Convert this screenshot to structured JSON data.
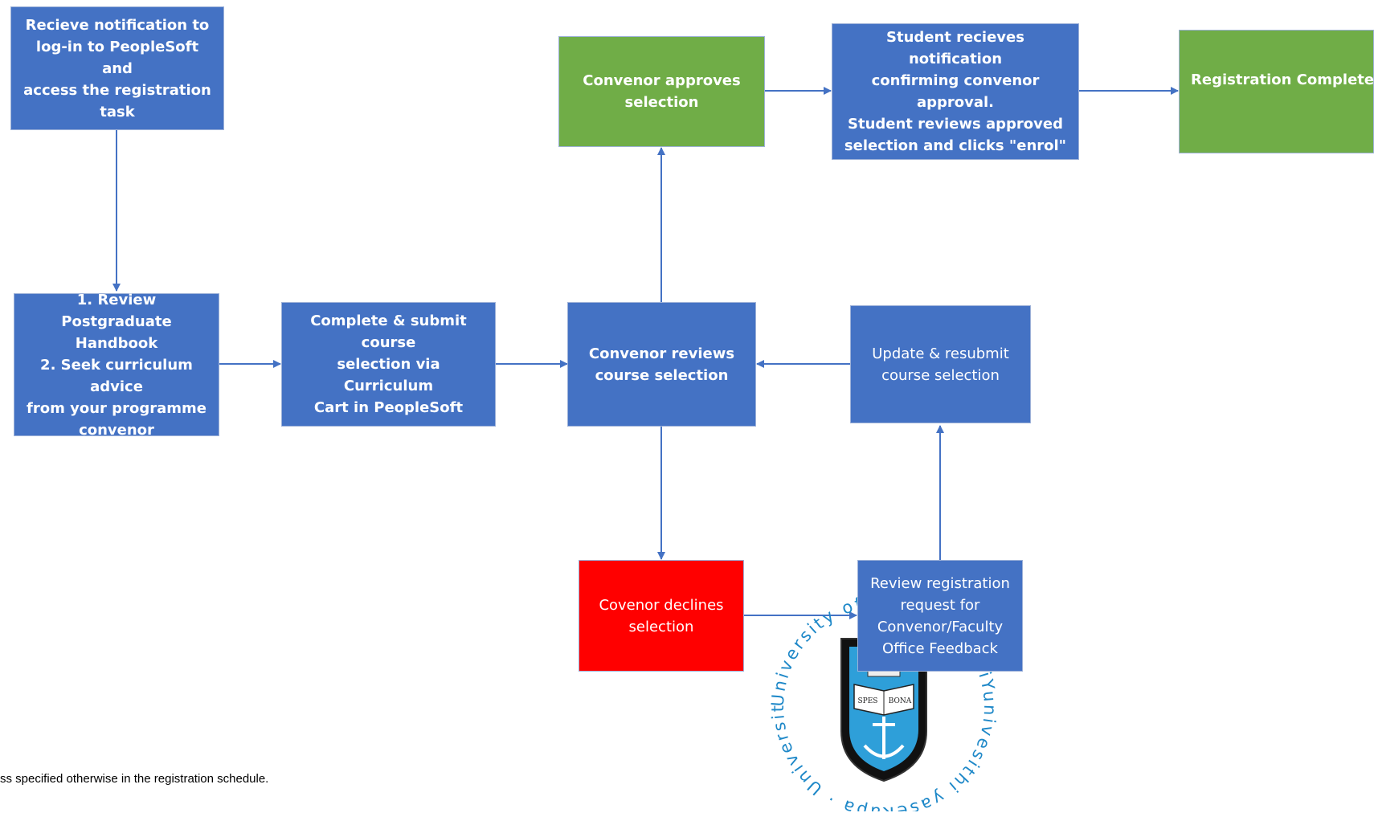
{
  "boxes": {
    "start": "Recieve notification to\nlog-in to PeopleSoft and\naccess the registration\ntask",
    "review": "1. Review Postgraduate\nHandbook\n2. Seek curriculum advice\nfrom your programme\nconvenor",
    "complete": "Complete & submit course\nselection via Curriculum\nCart in PeopleSoft",
    "convenor_reviews": "Convenor reviews\ncourse selection",
    "convenor_approves": "Convenor approves\nselection",
    "student_receives": "Student recieves notification\nconfirming convenor approval.\nStudent reviews approved\nselection and clicks \"enrol\"",
    "registration_completed": "Registration Completed",
    "update_resubmit": "Update & resubmit\ncourse selection",
    "covenor_declines": "Covenor declines\nselection",
    "review_request": "Review registration\nrequest for\nConvenor/Faculty\nOffice Feedback"
  },
  "footnote": "ss specified otherwise in the registration schedule.",
  "seal": {
    "ring_text": "University of Cape Town · iYunivesithi yaseKapa · Universiteit van Kaapstad · ",
    "motto_left": "SPES",
    "motto_right": "BONA"
  },
  "colors": {
    "blue": "#4472c4",
    "green": "#70ad47",
    "red": "#ff0000",
    "arrow": "#4472c4"
  }
}
